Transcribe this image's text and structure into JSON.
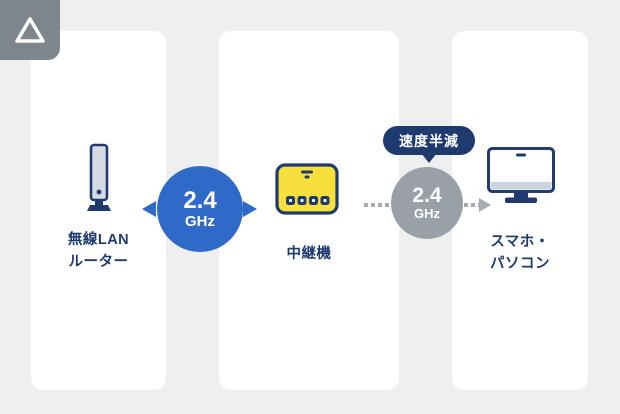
{
  "brand": {
    "corner_icon": "triangle-outline"
  },
  "diagram": {
    "nodes": [
      {
        "id": "wireless-router",
        "label_lines": [
          "無線LAN",
          "ルーター"
        ]
      },
      {
        "id": "repeater",
        "label_lines": [
          "中継機"
        ]
      },
      {
        "id": "client-devices",
        "label_lines": [
          "スマホ・",
          "パソコン"
        ]
      }
    ],
    "links": [
      {
        "id": "router-to-repeater",
        "band": "2.4",
        "unit": "GHz",
        "style": "solid",
        "direction": "both"
      },
      {
        "id": "repeater-to-client",
        "band": "2.4",
        "unit": "GHz",
        "style": "dashed",
        "direction": "right",
        "badge": "速度半減"
      }
    ]
  },
  "colors": {
    "background": "#efefef",
    "panel": "#ffffff",
    "navy": "#1e3a6e",
    "blue": "#2f6ac8",
    "yellow": "#f8e03c",
    "gray_circle": "#9aa0a7",
    "corner_gray": "#7f858d",
    "dash_gray": "#a6abb2"
  }
}
